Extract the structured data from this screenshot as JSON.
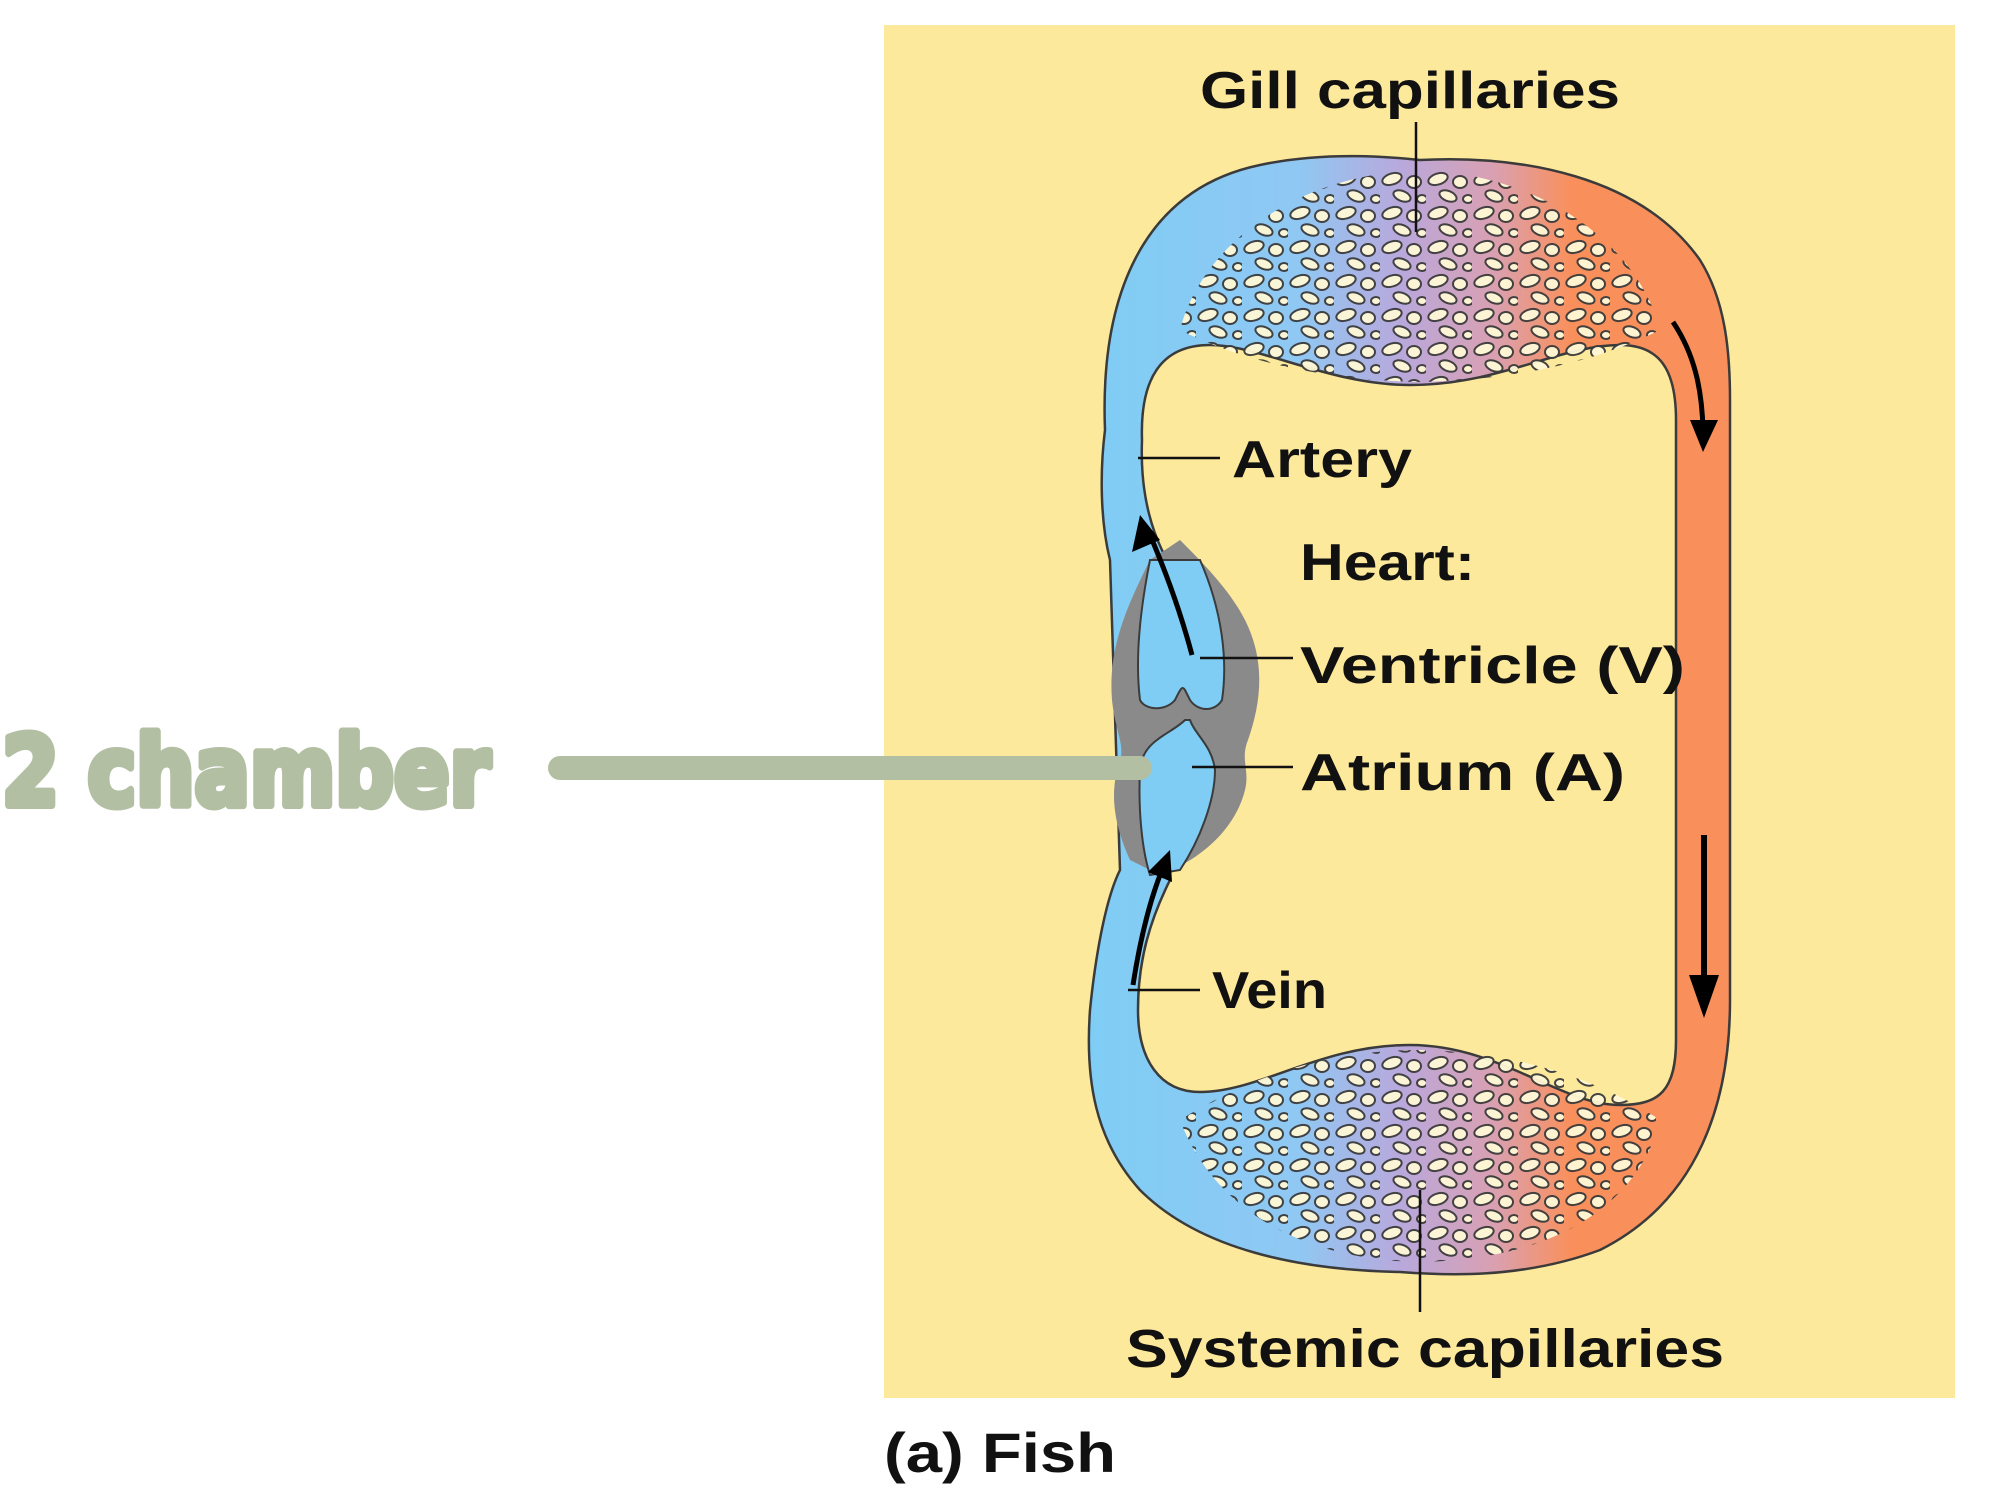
{
  "figure": {
    "panel_caption": "(a) Fish",
    "colors": {
      "panel_background": "#fde99b",
      "deoxygenated_blood": "#7fcdf5",
      "mixed_blood": "#b9a8dc",
      "oxygenated_blood": "#f9905c",
      "capillary_gap": "#fff8d6",
      "heart_wall": "#8a8a8a",
      "annotation": "#b3bfa2"
    },
    "labels": {
      "gill_capillaries": "Gill capillaries",
      "artery": "Artery",
      "heart_heading": "Heart:",
      "ventricle": "Ventricle (V)",
      "atrium": "Atrium (A)",
      "vein": "Vein",
      "systemic_capillaries": "Systemic capillaries"
    },
    "flow_arrows": [
      "up-left-vessel-ventricle",
      "up-left-vessel-vein",
      "down-right-vessel-top",
      "down-right-vessel-bottom"
    ]
  },
  "annotation": {
    "handwritten_text": "2 chamber",
    "points_to": "heart"
  }
}
